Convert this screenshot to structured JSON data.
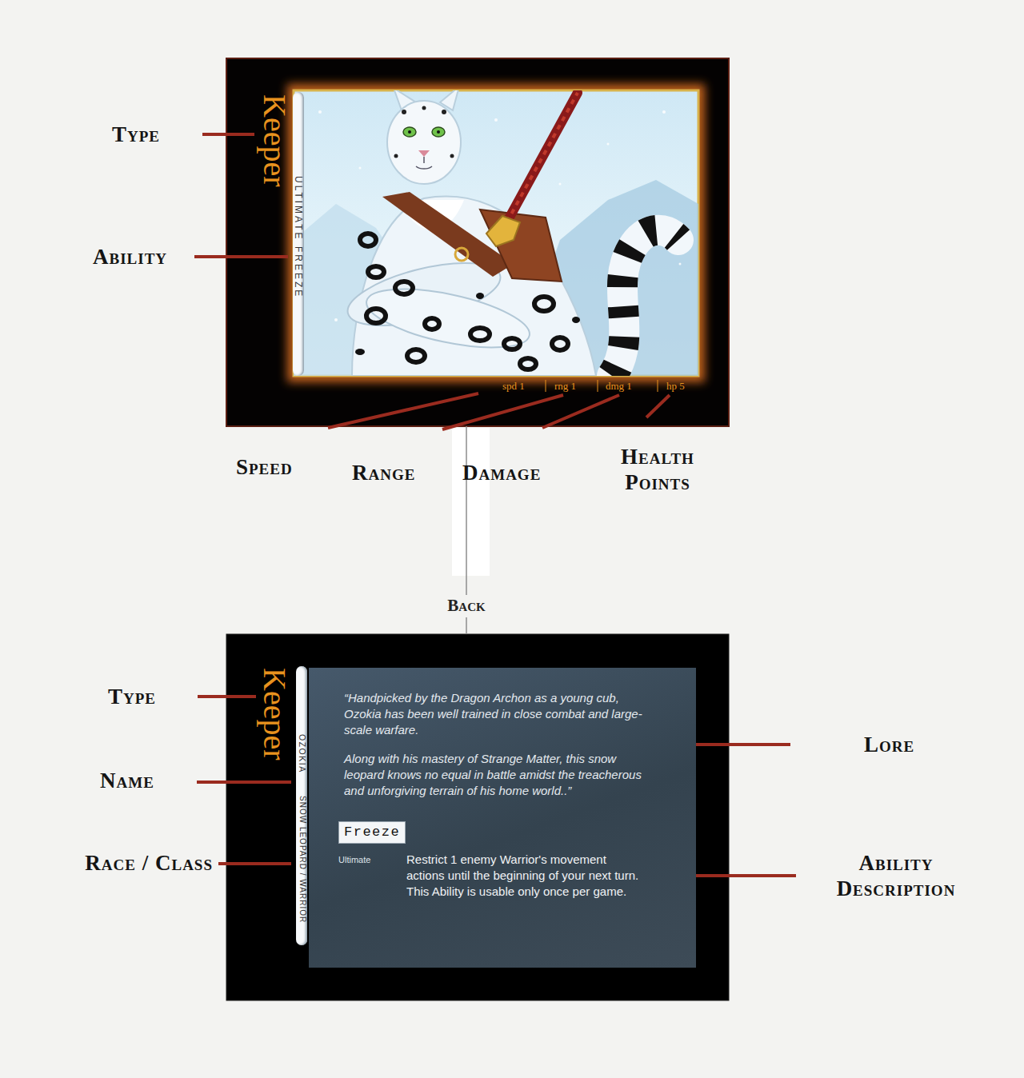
{
  "diagram": {
    "nodes": [
      {
        "text": [
          "Keeper"
        ]
      },
      {
        "text": [
          "ULTIMATE FREEZE"
        ],
        "in": 0
      },
      {
        "text": [
          "Keeper"
        ]
      },
      {
        "text": [
          "OZOKIA",
          "SNOW LEOPARD / WARRIOR"
        ],
        "in": 2
      },
      {
        "text": [
          "“Handpicked by the Dragon Archon as a young cub, Ozokia has been well trained in close combat and large-scale warfare.",
          "Along with his mastery of Strange Matter, this snow leopard knows no equal in battle amidst the treacherous and unforgiving terrain of his home world..”",
          "Ultimate",
          "Restrict 1 enemy Warrior's movement actions until the beginning of your next turn. This Ability is usable only once per game."
        ],
        "in": 2
      },
      {
        "text": [
          "Freeze"
        ],
        "in": 4
      }
    ],
    "edges": [
      {
        "from": 0,
        "to": 2,
        "arrow": "none",
        "label": "Back"
      }
    ],
    "labels": [
      "Type",
      "Ability",
      "spd 1",
      "rng 1",
      "dmg 1",
      "hp 5",
      "Speed",
      "Range",
      "Damage",
      "Health Points",
      "Type",
      "Name",
      "Race / Class",
      "Lore",
      "Ability Description"
    ]
  }
}
